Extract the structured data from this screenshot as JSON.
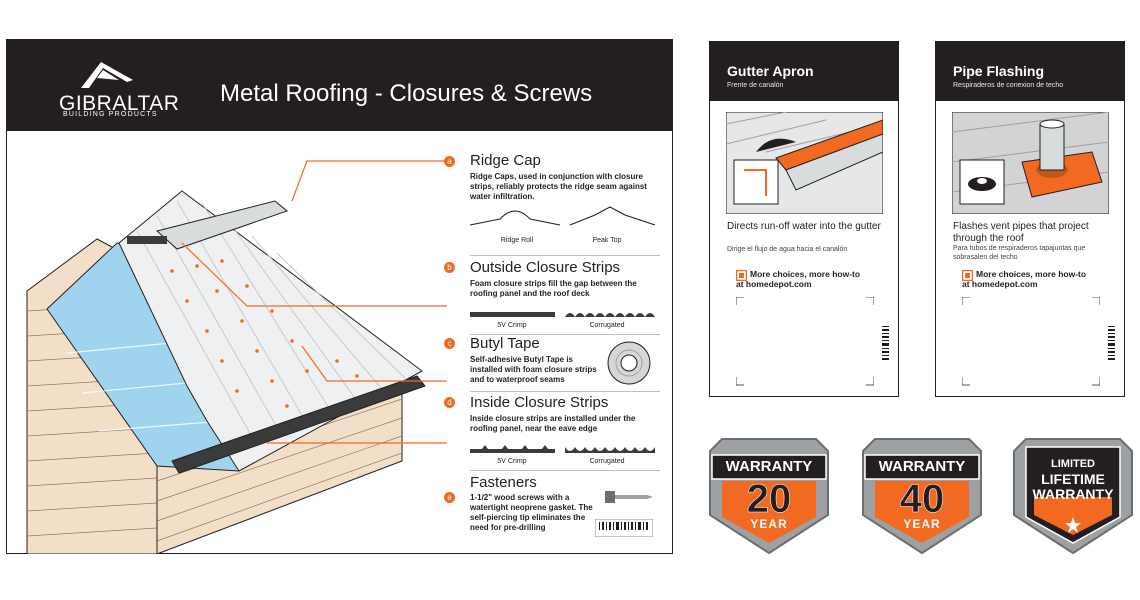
{
  "board": {
    "logo_name": "GIBRALTAR",
    "logo_sub": "BUILDING PRODUCTS",
    "title": "Metal Roofing - Closures & Screws",
    "items": [
      {
        "badge": "a",
        "label": "Ridge Cap",
        "desc": "Ridge Caps, used in conjunction with closure strips, reliably protects the ridge seam against water infiltration.",
        "variants": [
          "Ridge Roll",
          "Peak Top"
        ]
      },
      {
        "badge": "b",
        "label": "Outside Closure Strips",
        "desc": "Foam closure strips fill the gap between the roofing panel and the roof deck",
        "variants": [
          "5V Crimp",
          "Corrugated"
        ]
      },
      {
        "badge": "c",
        "label": "Butyl Tape",
        "desc": "Self-adhesive Butyl Tape is installed with foam closure strips and to waterproof seams"
      },
      {
        "badge": "d",
        "label": "Inside Closure Strips",
        "desc": "Inside closure strips are installed under the roofing panel, near the eave edge",
        "variants": [
          "5V Crimp",
          "Corrugated"
        ]
      },
      {
        "badge": "e",
        "label": "Fasteners",
        "desc": "1-1/2\" wood screws with a watertight neoprene gasket. The self-piercing tip eliminates the need for pre-drilling"
      }
    ]
  },
  "cards": [
    {
      "title": "Gutter Apron",
      "subtitle": "Frente de canalón",
      "text": "Directs run-off water into the gutter",
      "text_es": "Dirige el flujo de agua hacia el canalón",
      "promo_line1": "More choices, more how-to",
      "promo_line2": "at homedepot.com"
    },
    {
      "title": "Pipe Flashing",
      "subtitle": "Respiraderos de conexion de techo",
      "text": "Flashes vent pipes that project through the roof",
      "text_es": "Para tubos de respiraderos tapajuntas que sobrasalen del techo",
      "promo_line1": "More choices, more how-to",
      "promo_line2": "at homedepot.com"
    }
  ],
  "warranties": [
    {
      "banner": "WARRANTY",
      "number": "20",
      "unit": "YEAR"
    },
    {
      "banner": "WARRANTY",
      "number": "40",
      "unit": "YEAR"
    },
    {
      "line1": "LIMITED",
      "line2": "LIFETIME",
      "line3": "WARRANTY"
    }
  ],
  "colors": {
    "accent": "#f26a21",
    "dark": "#231f20",
    "roof_blue": "#9fd3ee",
    "siding": "#f3dfc8"
  }
}
